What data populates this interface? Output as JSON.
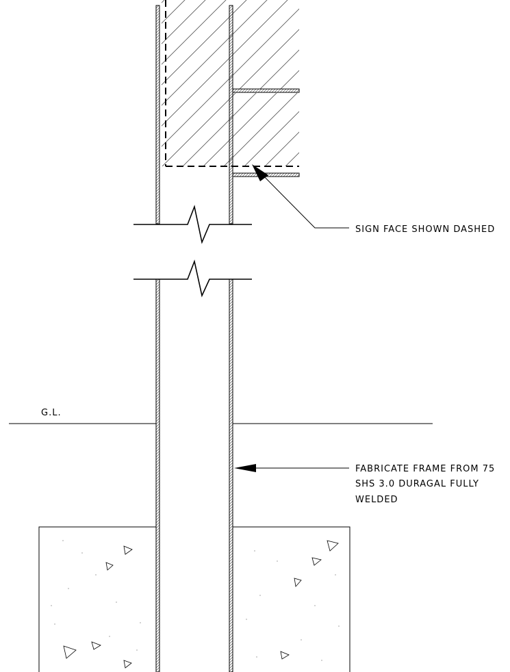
{
  "labels": {
    "sign_face": "SIGN FACE SHOWN DASHED",
    "ground_level": "G.L.",
    "frame_line1": "FABRICATE FRAME FROM 75",
    "frame_line2": "SHS 3.0 DURAGAL FULLY",
    "frame_line3": "WELDED"
  },
  "colors": {
    "ink": "#000000",
    "hatch": "#444444",
    "paper": "#ffffff"
  }
}
